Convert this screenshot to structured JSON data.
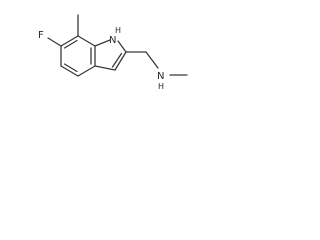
{
  "molecule": {
    "atoms": {
      "fluorine": "F",
      "ring_nitrogen": "N",
      "ring_nitrogen_hydrogen": "H",
      "amine_nitrogen": "N",
      "amine_hydrogen": "H"
    }
  }
}
